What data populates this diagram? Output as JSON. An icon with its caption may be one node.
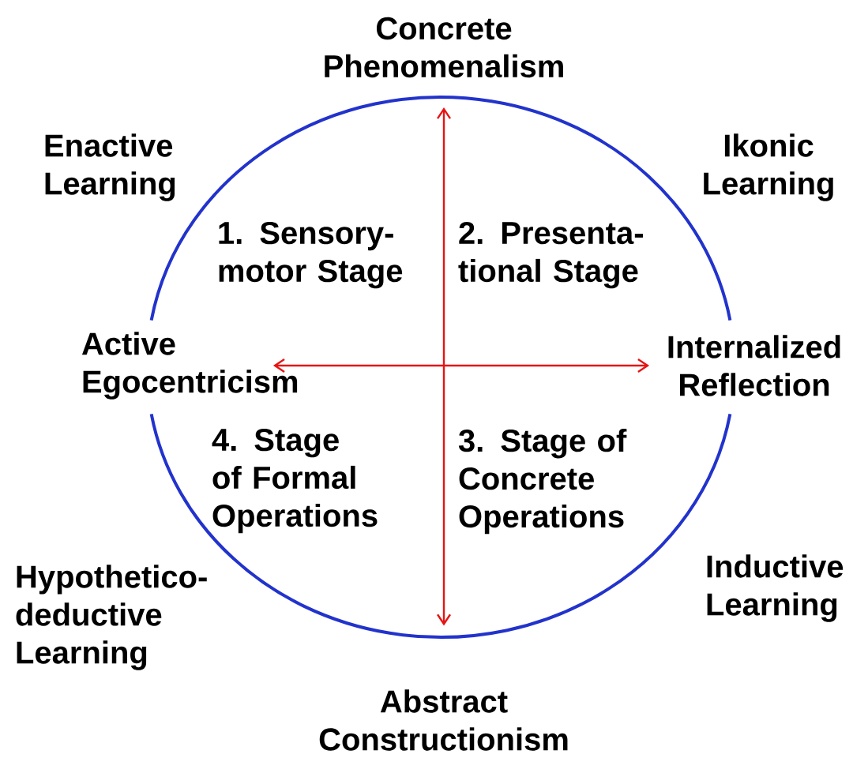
{
  "diagram": {
    "nodes": [
      {
        "text": [
          "Concrete Phenomenalism"
        ]
      },
      {
        "text": [
          "Abstract Constructionism"
        ]
      },
      {
        "text": [
          "Active Egocentricism"
        ]
      },
      {
        "text": [
          "Internalized Reflection"
        ]
      }
    ],
    "edges": [
      {
        "from": 0,
        "to": 1,
        "arrow": "both"
      },
      {
        "from": 2,
        "to": 3,
        "arrow": "both"
      }
    ],
    "labels": [
      "Enactive Learning",
      "Ikonic Learning",
      "1. Sensory-motor Stage",
      "2. Presenta-tional Stage",
      "4. Stage of Formal Operations",
      "3. Stage of Concrete Operations",
      "Hypothetico-deductive Learning",
      "Inductive Learning"
    ]
  }
}
